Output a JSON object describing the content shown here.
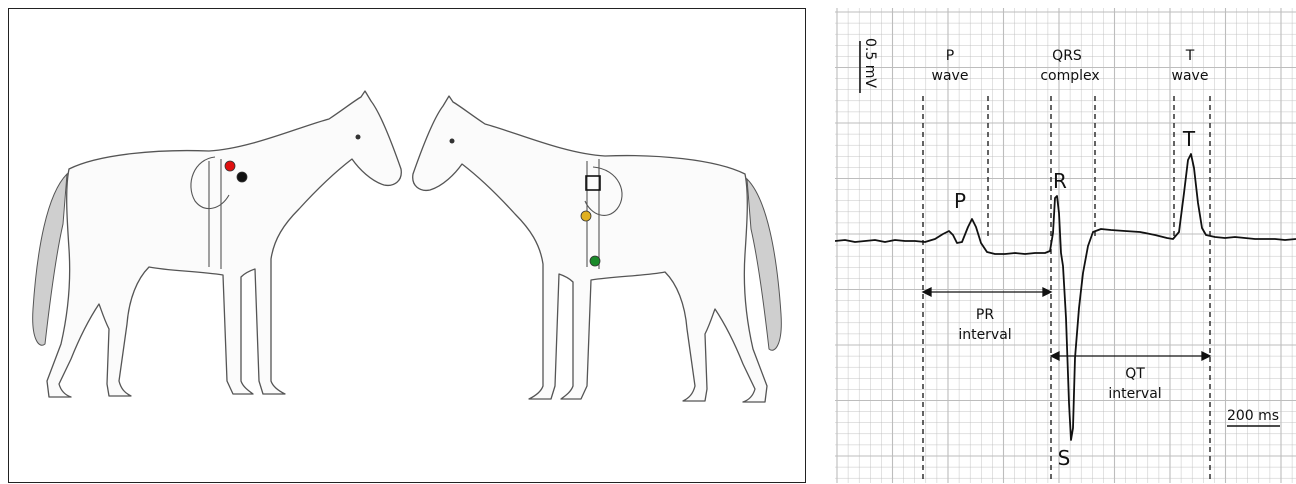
{
  "horse_panel": {
    "electrodes": {
      "left_horse": [
        {
          "color": "#e01010"
        },
        {
          "color": "#111111"
        }
      ],
      "right_horse": [
        {
          "color": "#e0b020"
        },
        {
          "color": "#1a8a2a"
        }
      ]
    }
  },
  "ecg_panel": {
    "amplitude_scale": "0.5 mV",
    "time_scale": "200 ms",
    "wave_headers": {
      "p": {
        "line1": "P",
        "line2": "wave"
      },
      "qrs": {
        "line1": "QRS",
        "line2": "complex"
      },
      "t": {
        "line1": "T",
        "line2": "wave"
      }
    },
    "peak_labels": {
      "p": "P",
      "r": "R",
      "s": "S",
      "t": "T"
    },
    "intervals": {
      "pr": {
        "line1": "PR",
        "line2": "interval"
      },
      "qt": {
        "line1": "QT",
        "line2": "interval"
      }
    },
    "trace_color": "#111111",
    "grid_color": "#bdbdbd"
  }
}
